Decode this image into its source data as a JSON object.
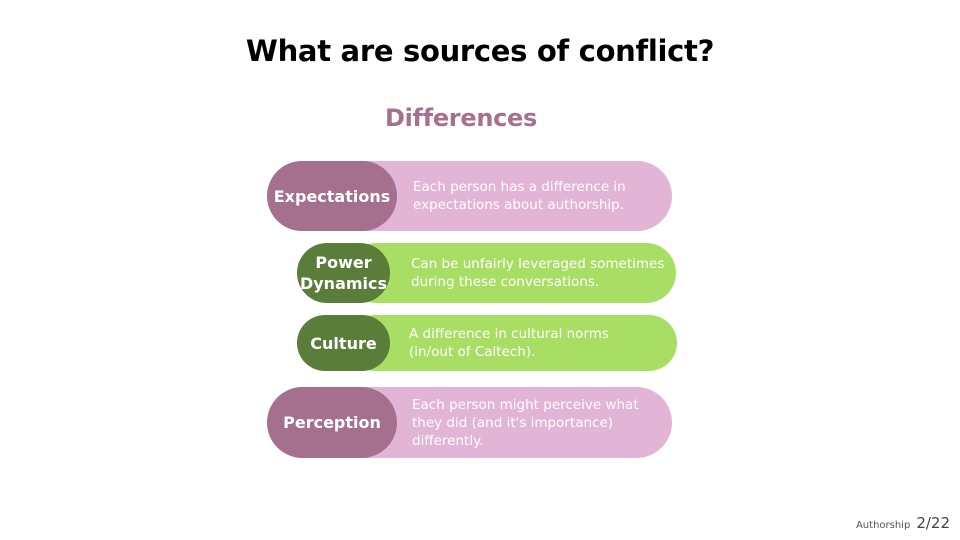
{
  "slide": {
    "title": "What are sources of conflict?",
    "heading": "Differences"
  },
  "colors": {
    "purple_dark": "#a4708e",
    "purple_light": "#e2b4d5",
    "green_dark": "#5a7d3a",
    "green_light": "#a8de63",
    "heading": "#a5718e"
  },
  "items": [
    {
      "label": "Expectations",
      "description": "Each person has a difference in\nexpectations about authorship."
    },
    {
      "label": "Power\nDynamics",
      "description": "Can be unfairly leveraged sometimes\nduring these conversations."
    },
    {
      "label": "Culture",
      "description": "A difference in cultural norms\n(in/out of Caltech)."
    },
    {
      "label": "Perception",
      "description": "Each person might perceive what\nthey did (and it's importance)\ndifferently."
    }
  ],
  "footer": {
    "section": "Authorship",
    "page": "2/22"
  }
}
